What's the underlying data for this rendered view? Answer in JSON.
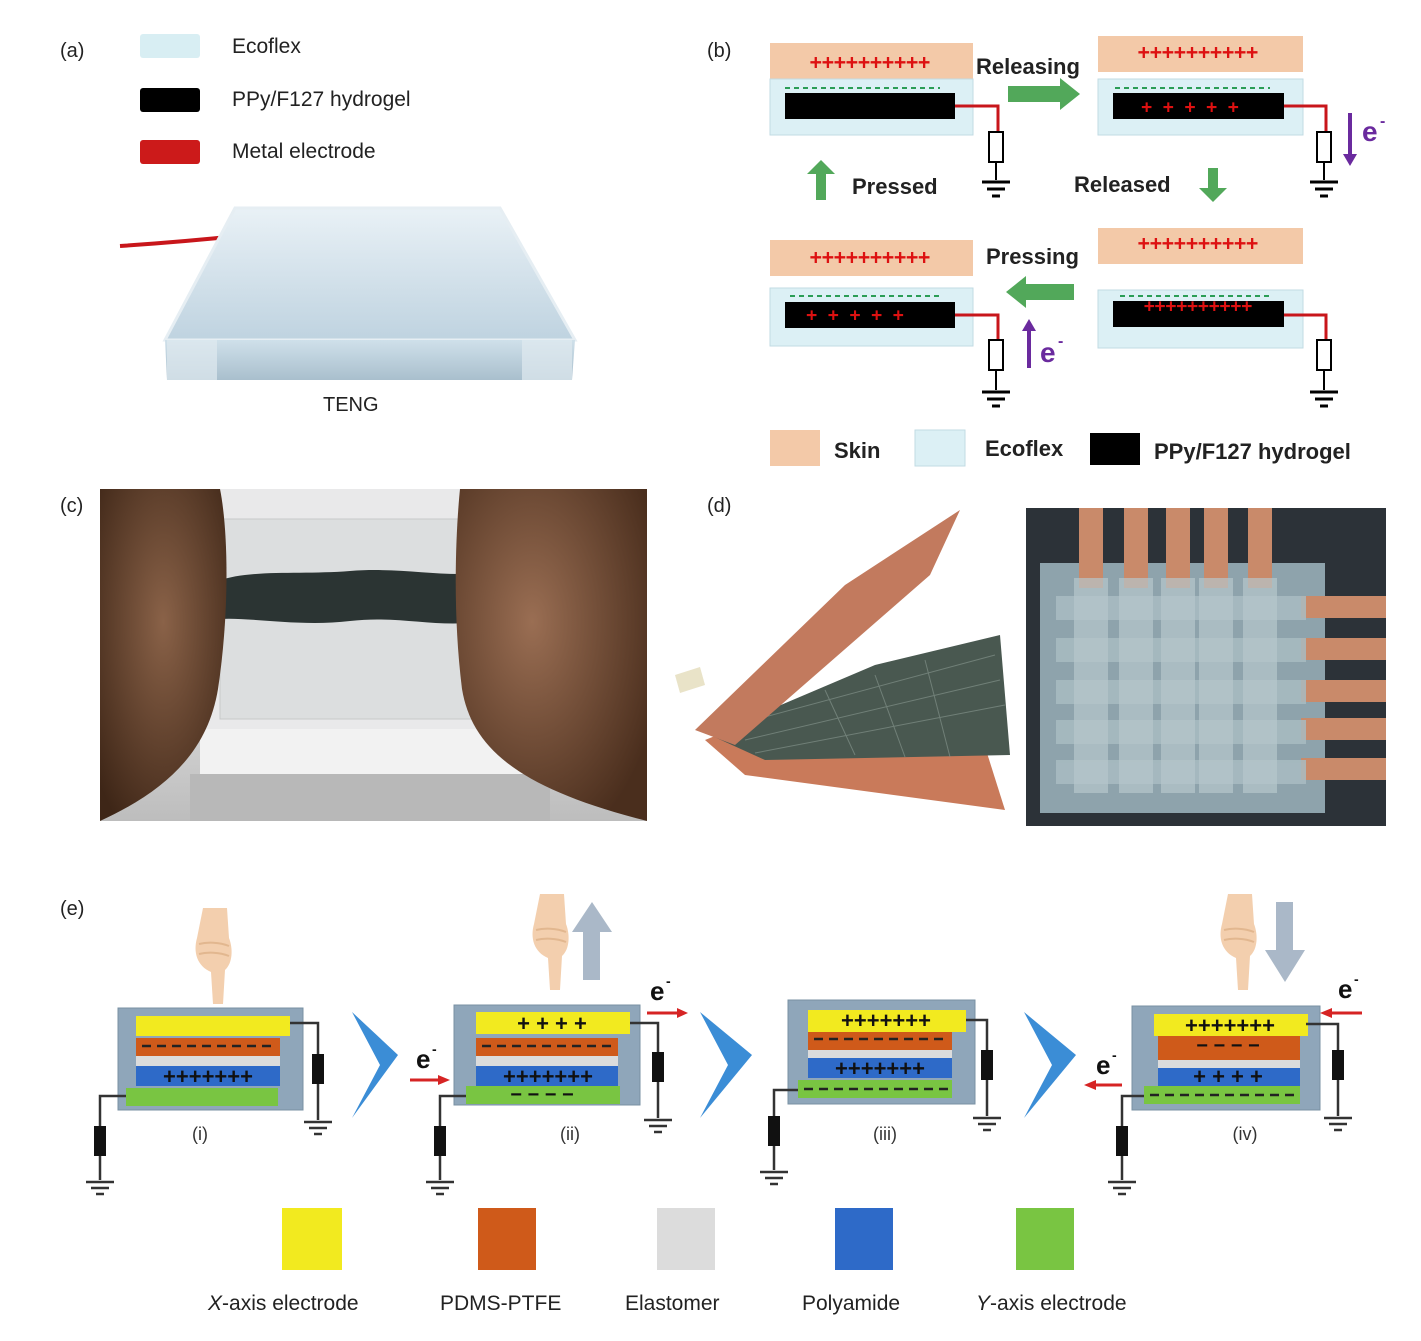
{
  "panels": {
    "a": "(a)",
    "b": "(b)",
    "c": "(c)",
    "d": "(d)",
    "e": "(e)"
  },
  "panel_a": {
    "legend": [
      {
        "label": "Ecoflex",
        "color": "#d8eef3"
      },
      {
        "label": "PPy/F127 hydrogel",
        "color": "#000000"
      },
      {
        "label": "Metal electrode",
        "color": "#cc1a1a"
      }
    ],
    "device_label": "TENG"
  },
  "panel_b": {
    "charges_full": "++++++++++",
    "charges_five": "+ + + + +",
    "states": {
      "releasing": "Releasing",
      "pressed": "Pressed",
      "released": "Released",
      "pressing": "Pressing"
    },
    "electron": "e",
    "electron_sup": "-",
    "legend": [
      {
        "label": "Skin",
        "color": "#f3c9a8"
      },
      {
        "label": "Ecoflex",
        "color": "#d8eef3"
      },
      {
        "label": "PPy/F127 hydrogel",
        "color": "#000000"
      }
    ]
  },
  "panel_e": {
    "steps": [
      "(i)",
      "(ii)",
      "(iii)",
      "(iv)"
    ],
    "electron": "e",
    "electron_sup": "-",
    "legend": [
      {
        "label": "X-axis electrode",
        "color": "#f2ea1f",
        "italic": "X",
        "rest": "-axis electrode"
      },
      {
        "label": "PDMS-PTFE",
        "color": "#cf5a1a"
      },
      {
        "label": "Elastomer",
        "color": "#dcdcdc"
      },
      {
        "label": "Polyamide",
        "color": "#2e6ac8"
      },
      {
        "label": "Y-axis electrode",
        "color": "#79c542",
        "italic": "Y",
        "rest": "-axis electrode"
      }
    ]
  }
}
